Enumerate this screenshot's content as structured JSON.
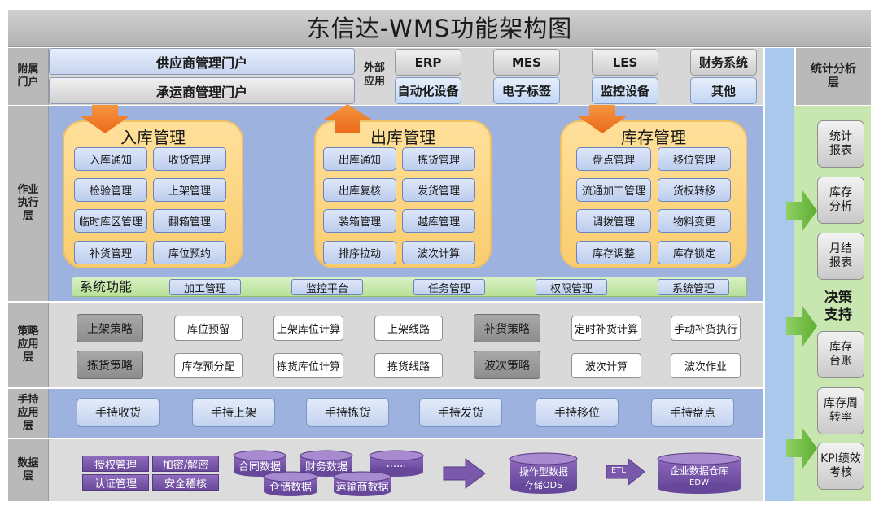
{
  "title": "东信达-WMS功能架构图",
  "layers": {
    "portal": "附属门户",
    "execution": "作业执行层",
    "strategy": "策略应用层",
    "handheld": "手持应用层",
    "data": "数据层",
    "analysis": "统计分析层"
  },
  "portals": [
    "供应商管理门户",
    "承运商管理门户"
  ],
  "external": {
    "label": "外部应用",
    "top": [
      "ERP",
      "MES",
      "LES",
      "财务系统"
    ],
    "bottom": [
      "自动化设备",
      "电子标签",
      "监控设备",
      "其他"
    ]
  },
  "modules": [
    {
      "title": "入库管理",
      "items": [
        "入库通知",
        "收货管理",
        "检验管理",
        "上架管理",
        "临时库区管理",
        "翻箱管理",
        "补货管理",
        "库位预约"
      ]
    },
    {
      "title": "出库管理",
      "items": [
        "出库通知",
        "拣货管理",
        "出库复核",
        "发货管理",
        "装箱管理",
        "越库管理",
        "排序拉动",
        "波次计算"
      ]
    },
    {
      "title": "库存管理",
      "items": [
        "盘点管理",
        "移位管理",
        "流通加工管理",
        "货权转移",
        "调拨管理",
        "物料变更",
        "库存调整",
        "库存锁定"
      ]
    }
  ],
  "system": {
    "label": "系统功能",
    "items": [
      "加工管理",
      "监控平台",
      "任务管理",
      "权限管理",
      "系统管理"
    ]
  },
  "strategy": {
    "row1": [
      "上架策略",
      "库位预留",
      "上架库位计算",
      "上架线路",
      "补货策略",
      "定时补货计算",
      "手动补货执行"
    ],
    "row2": [
      "拣货策略",
      "库存预分配",
      "拣货库位计算",
      "拣货线路",
      "波次策略",
      "波次计算",
      "波次作业"
    ]
  },
  "handheld": [
    "手持收货",
    "手持上架",
    "手持拣货",
    "手持发货",
    "手持移位",
    "手持盘点"
  ],
  "data_layer": {
    "security": [
      "授权管理",
      "加密/解密",
      "认证管理",
      "安全稽核"
    ],
    "stores": [
      "合同数据",
      "财务数据",
      "......",
      "仓储数据",
      "运输商数据"
    ],
    "ods_line1": "操作型数据",
    "ods_line2": "存储ODS",
    "etl": "ETL",
    "edw_line1": "企业数据仓库",
    "edw_line2": "EDW"
  },
  "analysis": {
    "items": [
      "统计报表",
      "库存分析",
      "月结报表",
      "库存台账",
      "库存周转率",
      "KPI绩效考核"
    ],
    "decision": "决策支持"
  },
  "colors": {
    "module_fill": "#fcd37c",
    "arrow_orange": "#f2802b",
    "purple": "#7a58ab",
    "green_arrow": "#6fbf3f",
    "band_blue": "#9db2df"
  }
}
